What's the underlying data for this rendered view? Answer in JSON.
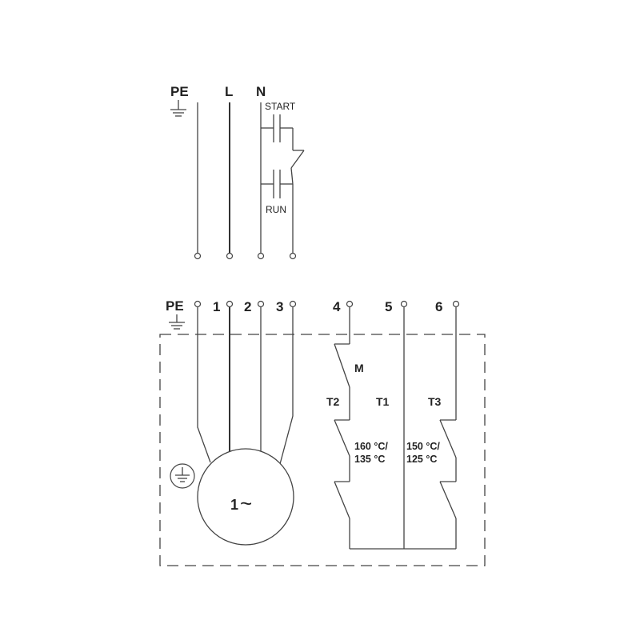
{
  "supply": {
    "pe_label": "PE",
    "l_label": "L",
    "n_label": "N",
    "start_label": "START",
    "run_label": "RUN"
  },
  "motor_box": {
    "pe_label": "PE",
    "terminals": [
      "1",
      "2",
      "3",
      "4",
      "5",
      "6"
    ],
    "motor_label": "1",
    "motor_symbol": "~",
    "m_label": "M",
    "t2_label": "T2",
    "t1_label": "T1",
    "t3_label": "T3",
    "t2_temp_line1": "160 °C/",
    "t2_temp_line2": "135 °C",
    "t3_temp_line1": "150 °C/",
    "t3_temp_line2": "125 °C"
  }
}
